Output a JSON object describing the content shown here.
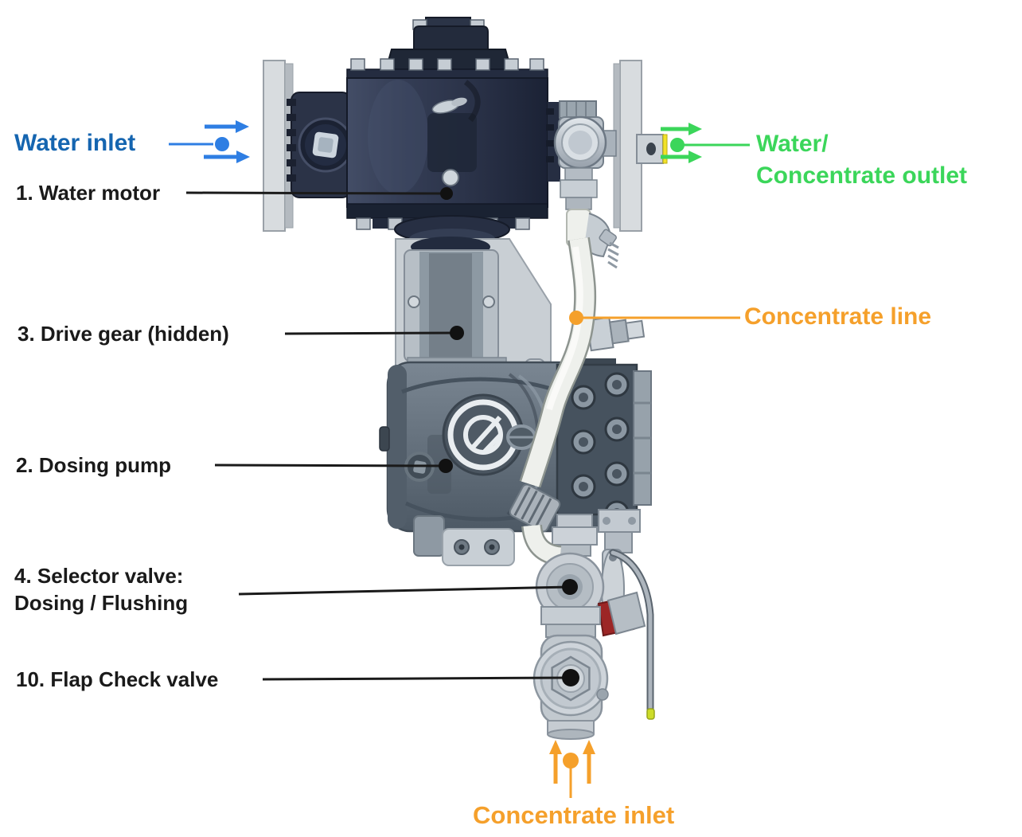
{
  "diagram": {
    "labels": {
      "water_inlet": "Water inlet",
      "water_motor": "1. Water motor",
      "drive_gear": "3. Drive gear (hidden)",
      "dosing_pump": "2. Dosing pump",
      "selector_valve_line1": "4. Selector valve:",
      "selector_valve_line2": "Dosing / Flushing",
      "flap_check_valve": "10. Flap Check valve",
      "outlet_line1": "Water/",
      "outlet_line2": "Concentrate outlet",
      "concentrate_line": "Concentrate line",
      "concentrate_inlet": "Concentrate inlet"
    },
    "colors": {
      "water_inlet_text": "#1565b0",
      "water_inlet_arrows": "#2e7ee3",
      "outlet_green": "#3bd65a",
      "concentrate_orange": "#f5a02b",
      "callout_black": "#1a1a1a",
      "background": "#ffffff"
    }
  }
}
